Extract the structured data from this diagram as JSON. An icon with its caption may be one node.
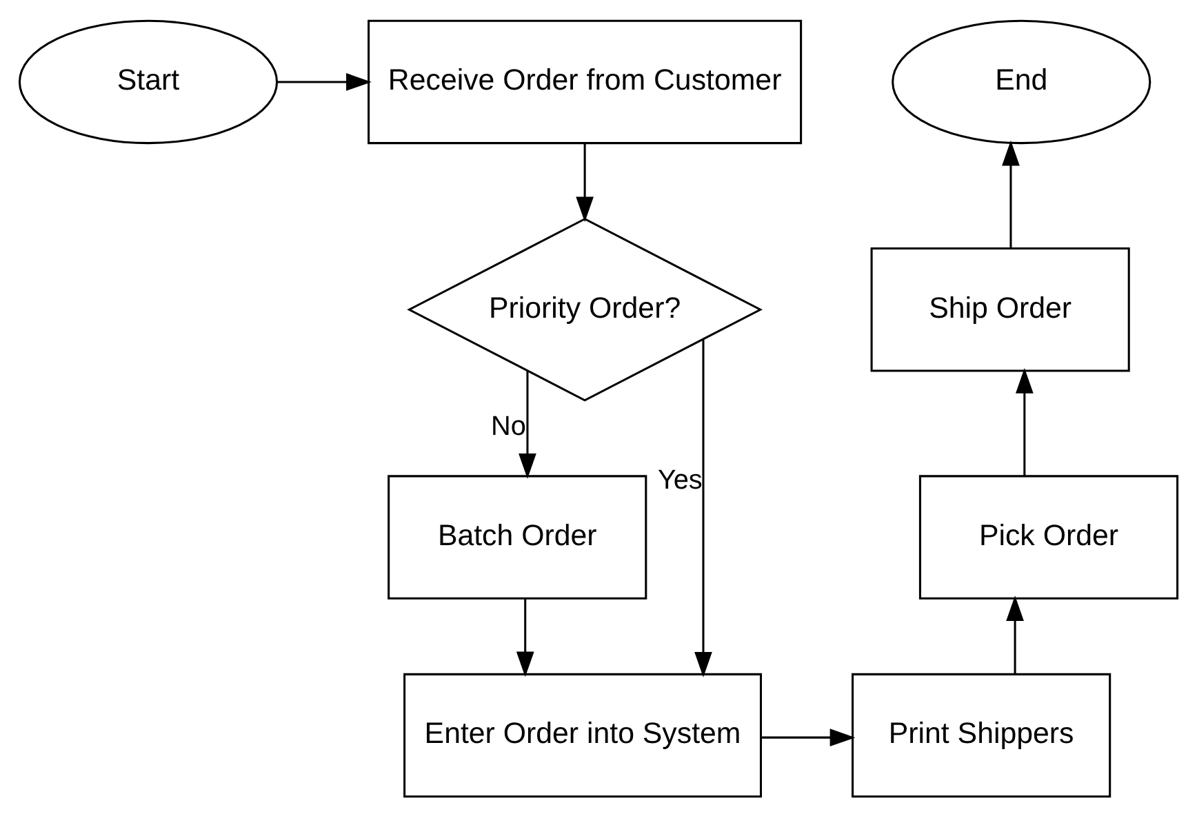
{
  "diagram": {
    "nodes": [
      {
        "text": [
          "Start"
        ]
      },
      {
        "text": [
          "Receive Order from Customer"
        ]
      },
      {
        "text": [
          "Priority Order?"
        ]
      },
      {
        "text": [
          "Batch Order"
        ]
      },
      {
        "text": [
          "Enter Order into System"
        ]
      },
      {
        "text": [
          "Print Shippers"
        ]
      },
      {
        "text": [
          "Pick Order"
        ]
      },
      {
        "text": [
          "Ship Order"
        ]
      },
      {
        "text": [
          "End"
        ]
      }
    ],
    "edges": [
      {
        "from": 0,
        "to": 1,
        "arrow": "to"
      },
      {
        "from": 1,
        "to": 2,
        "arrow": "to"
      },
      {
        "from": 2,
        "to": 3,
        "label": "No",
        "arrow": "to"
      },
      {
        "from": 2,
        "to": 4,
        "label": "Yes",
        "arrow": "to"
      },
      {
        "from": 3,
        "to": 4,
        "arrow": "to"
      },
      {
        "from": 4,
        "to": 5,
        "arrow": "to"
      },
      {
        "from": 5,
        "to": 6,
        "arrow": "to"
      },
      {
        "from": 6,
        "to": 7,
        "arrow": "to"
      },
      {
        "from": 7,
        "to": 8,
        "arrow": "to"
      }
    ]
  }
}
